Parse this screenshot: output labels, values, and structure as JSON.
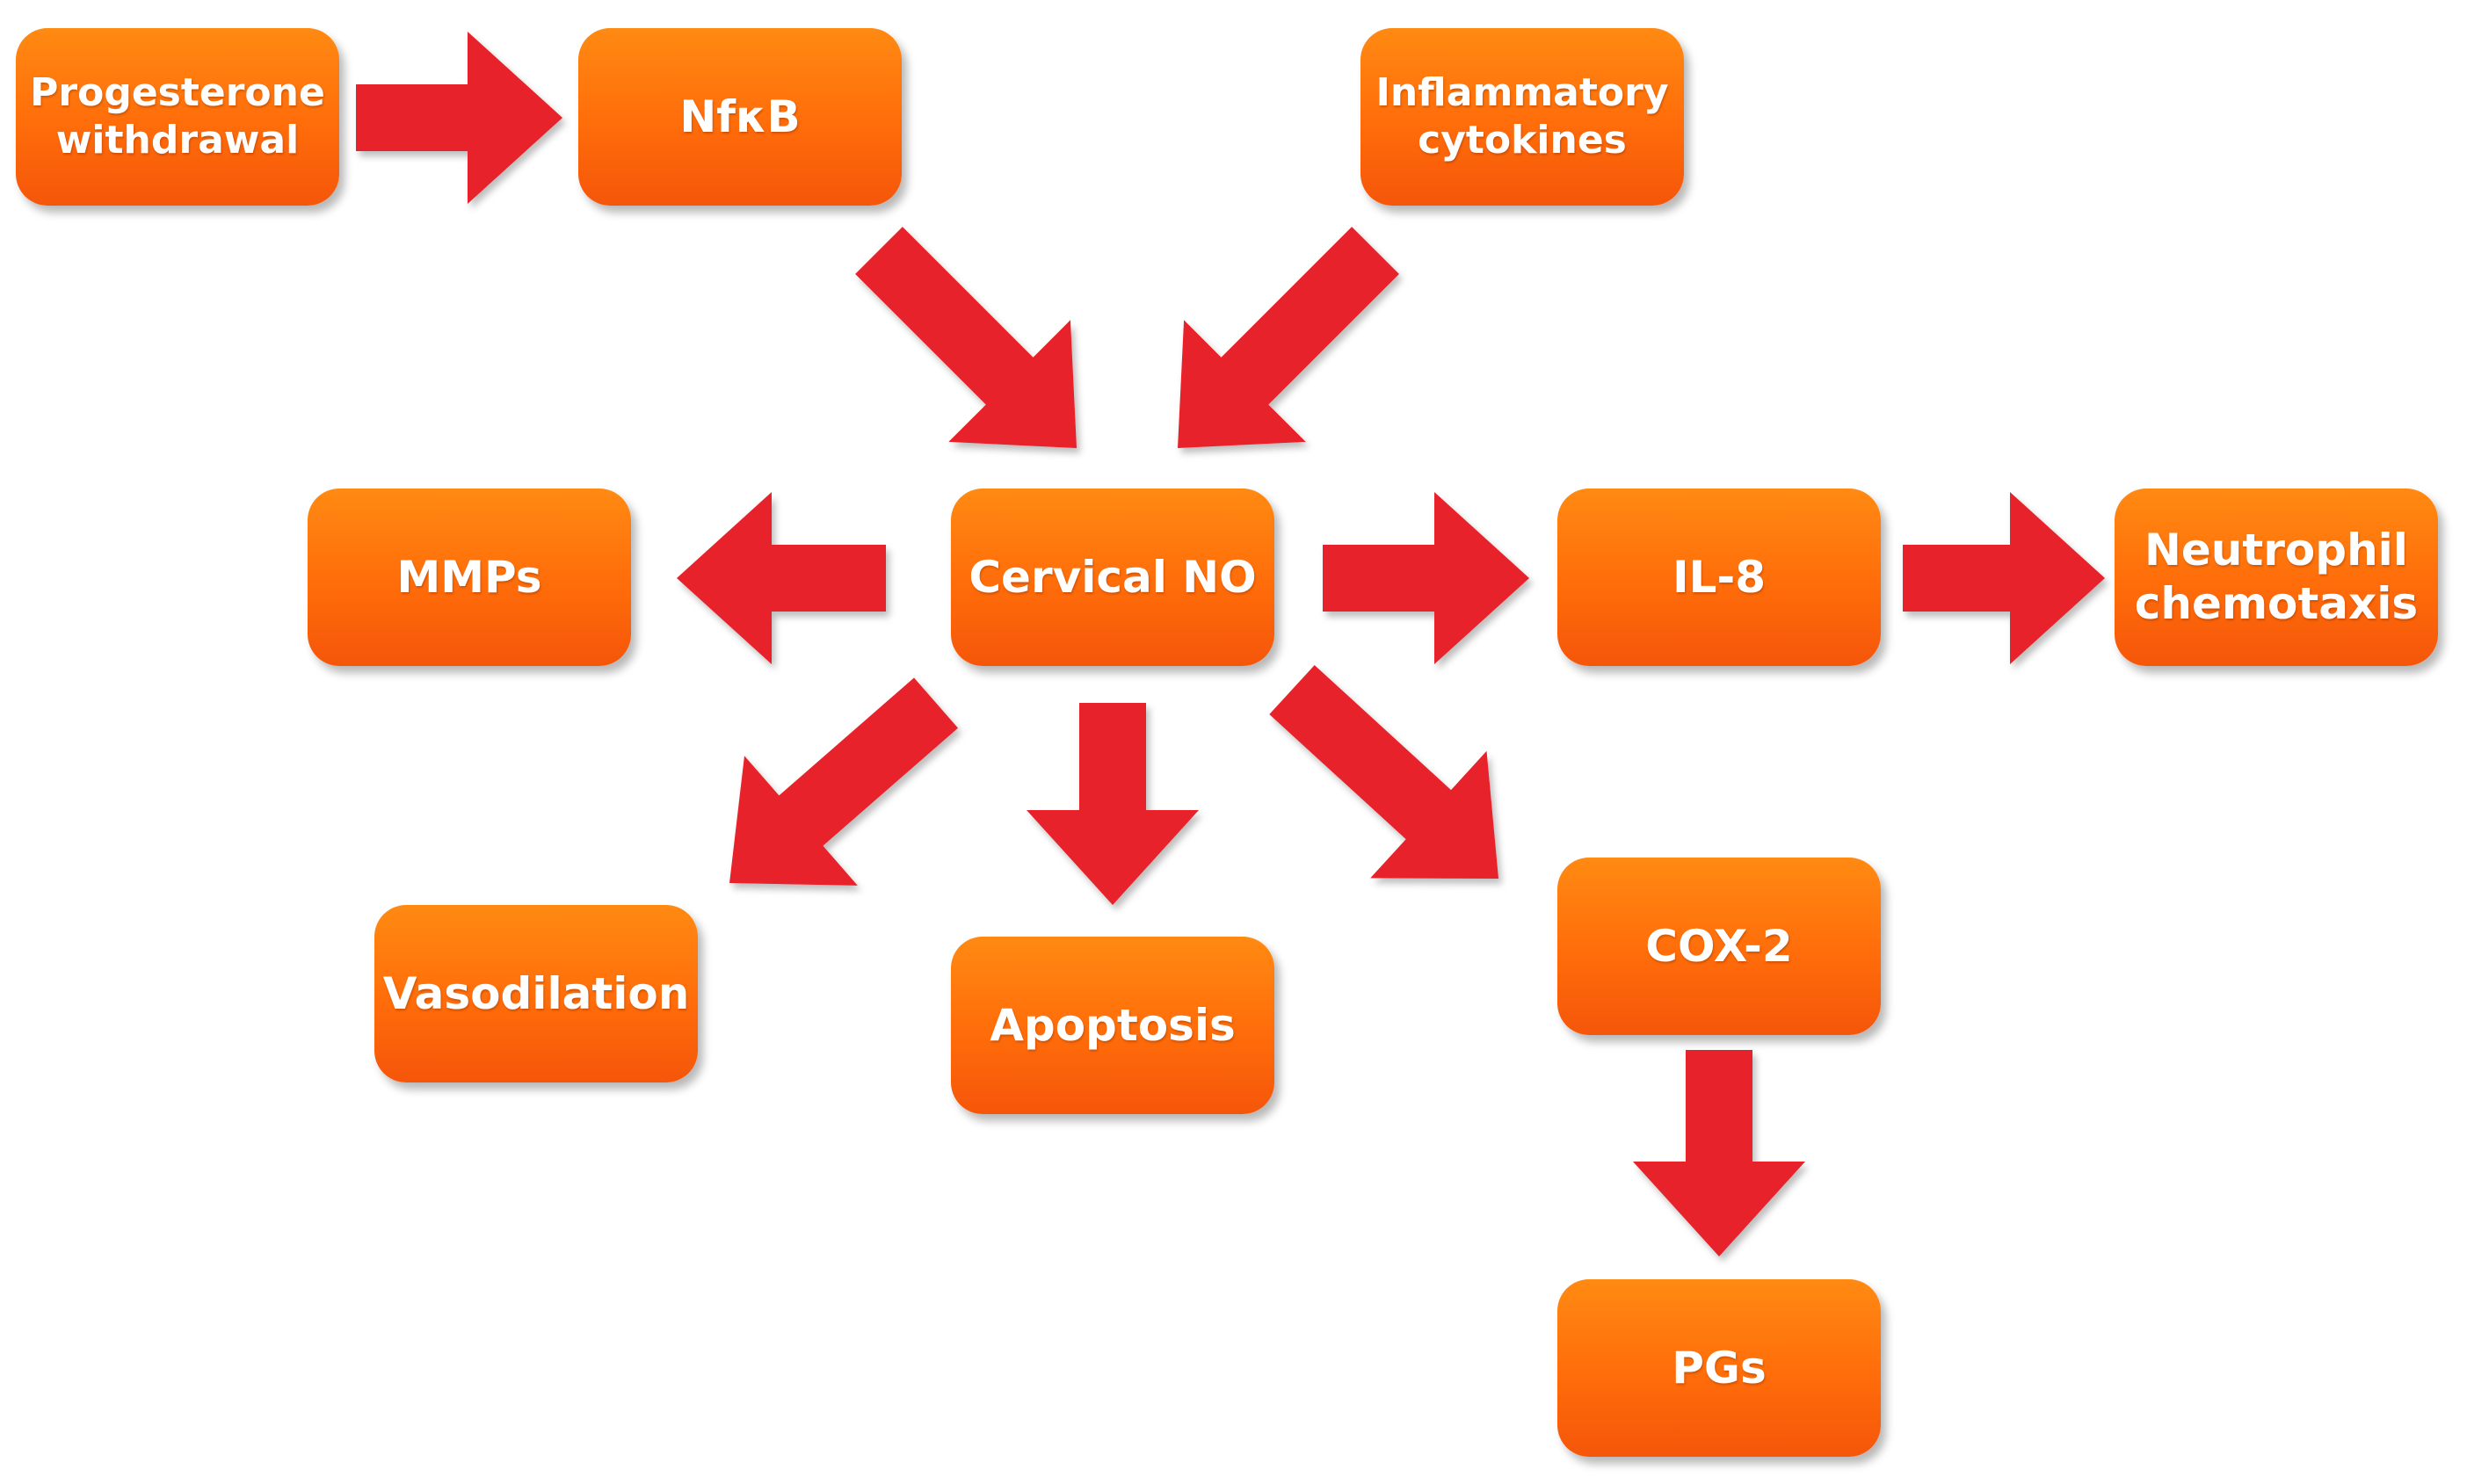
{
  "nodes": {
    "progesterone": "Progesterone\nwithdrawal",
    "nfkb": "NfκB",
    "inflammatory": "Inflammatory\ncytokines",
    "mmps": "MMPs",
    "cervical_no": "Cervical NO",
    "il8": "IL-8",
    "neutrophil": "Neutrophil\nchemotaxis",
    "vasodilation": "Vasodilation",
    "apoptosis": "Apoptosis",
    "cox2": "COX-2",
    "pgs": "PGs"
  },
  "edges": [
    {
      "from": "Progesterone withdrawal",
      "to": "NfκB"
    },
    {
      "from": "NfκB",
      "to": "Cervical NO"
    },
    {
      "from": "Inflammatory cytokines",
      "to": "Cervical NO"
    },
    {
      "from": "Cervical NO",
      "to": "MMPs"
    },
    {
      "from": "Cervical NO",
      "to": "IL-8"
    },
    {
      "from": "IL-8",
      "to": "Neutrophil chemotaxis"
    },
    {
      "from": "Cervical NO",
      "to": "Vasodilation"
    },
    {
      "from": "Cervical NO",
      "to": "Apoptosis"
    },
    {
      "from": "Cervical NO",
      "to": "COX-2"
    },
    {
      "from": "COX-2",
      "to": "PGs"
    }
  ],
  "colors": {
    "node_fill": "#ff7a0e",
    "node_text": "#ffffff",
    "arrow_fill": "#e8232a"
  }
}
